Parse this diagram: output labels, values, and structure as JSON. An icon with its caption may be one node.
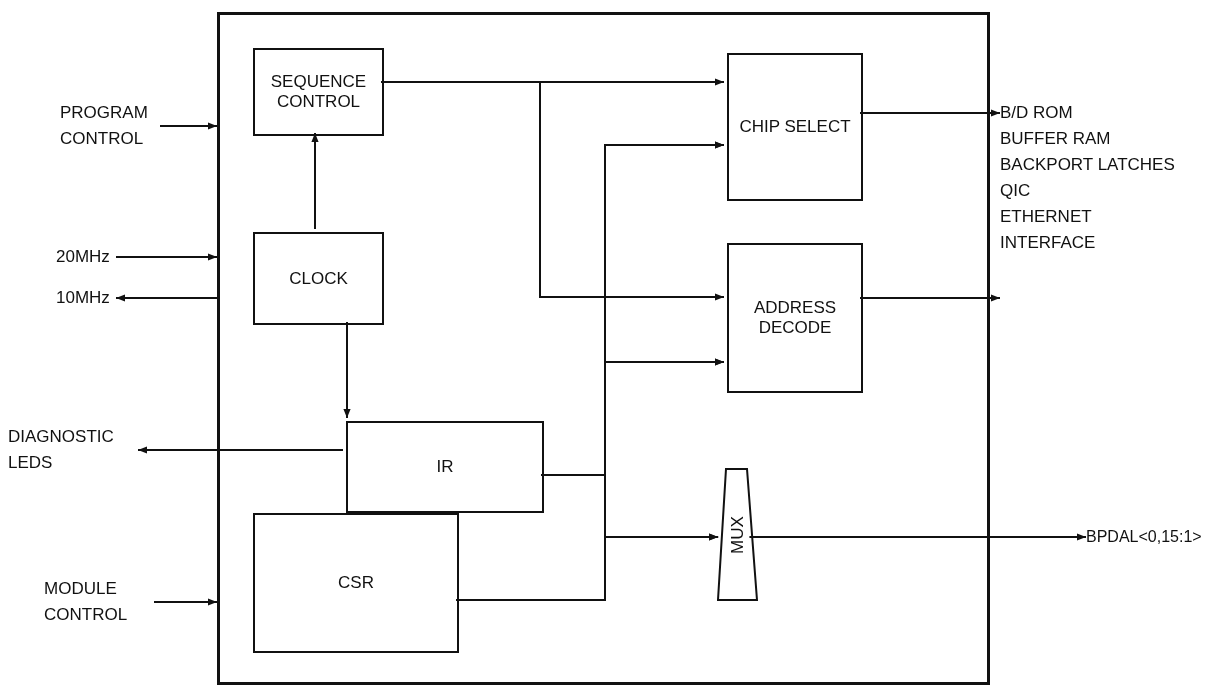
{
  "diagram": {
    "nodes": [
      {
        "text": [],
        "shape": "box"
      },
      {
        "text": [
          "SEQUENCE CONTROL"
        ],
        "in": 0
      },
      {
        "text": [
          "CLOCK"
        ],
        "in": 0
      },
      {
        "text": [
          "IR"
        ],
        "in": 0
      },
      {
        "text": [
          "CSR"
        ],
        "in": 0
      },
      {
        "text": [
          "CHIP SELECT"
        ],
        "in": 0
      },
      {
        "text": [
          "ADDRESS DECODE"
        ],
        "in": 0
      },
      {
        "text": [
          "MUX"
        ],
        "in": 0
      },
      {
        "text": [
          "PROGRAM CONTROL"
        ]
      },
      {
        "text": [
          "20MHz"
        ]
      },
      {
        "text": [
          "10MHz"
        ]
      },
      {
        "text": [
          "DIAGNOSTIC LEDS"
        ]
      },
      {
        "text": [
          "MODULE CONTROL"
        ]
      },
      {
        "text": [
          "B/D ROM",
          "BUFFER RAM",
          "BACKPORT LATCHES",
          "QIC",
          "ETHERNET INTERFACE"
        ]
      },
      {
        "text": [
          "BPDAL<0,15:1>"
        ]
      }
    ],
    "edges": [
      {
        "from": 8,
        "to": 0,
        "arrow": "to"
      },
      {
        "from": 9,
        "to": 0,
        "arrow": "to"
      },
      {
        "from": 0,
        "to": 10,
        "arrow": "to"
      },
      {
        "from": 3,
        "to": 11,
        "arrow": "to"
      },
      {
        "from": 12,
        "to": 0,
        "arrow": "to"
      },
      {
        "from": 2,
        "to": 1,
        "arrow": "to"
      },
      {
        "from": 2,
        "to": 3,
        "arrow": "to"
      },
      {
        "from": 1,
        "to": 5,
        "arrow": "to"
      },
      {
        "from": 1,
        "to": 6,
        "arrow": "to"
      },
      {
        "from": 3,
        "to": 5,
        "arrow": "to"
      },
      {
        "from": 3,
        "to": 6,
        "arrow": "to"
      },
      {
        "from": 3,
        "to": 7,
        "arrow": "to"
      },
      {
        "from": 4,
        "to": 5,
        "arrow": "to"
      },
      {
        "from": 4,
        "to": 6,
        "arrow": "to"
      },
      {
        "from": 4,
        "to": 7,
        "arrow": "to"
      },
      {
        "from": 5,
        "to": 13,
        "arrow": "to"
      },
      {
        "from": 6,
        "to": 13,
        "arrow": "to"
      },
      {
        "from": 7,
        "to": 14,
        "arrow": "to"
      }
    ]
  }
}
